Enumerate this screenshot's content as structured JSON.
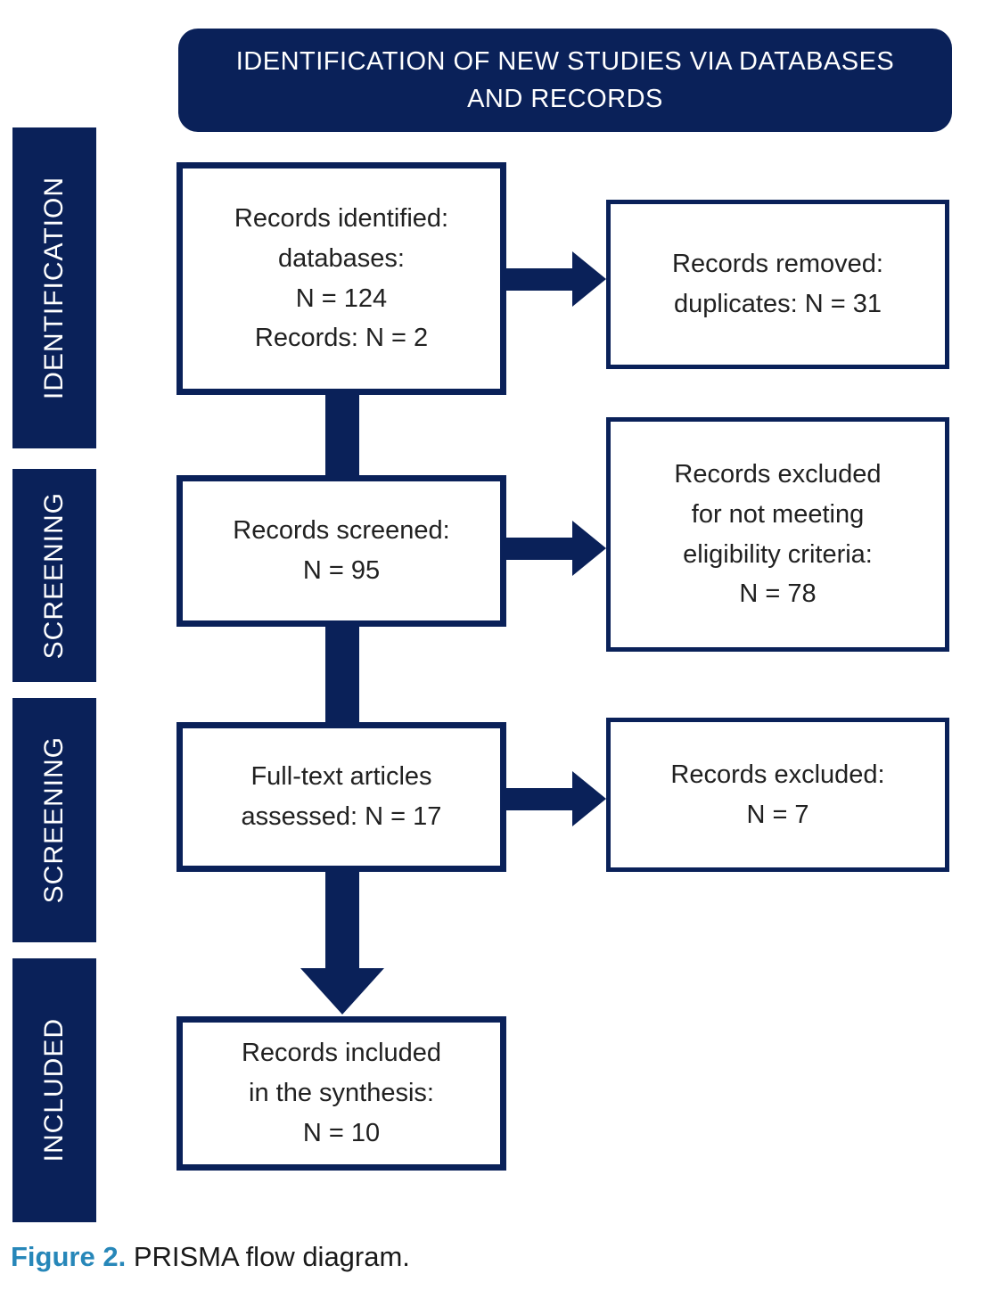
{
  "colors": {
    "navy": "#0A2159",
    "caption_blue": "#2787B9",
    "box_text": "#212121",
    "background": "#FFFFFF"
  },
  "header": {
    "title_line1": "IDENTIFICATION OF NEW STUDIES VIA DATABASES",
    "title_line2": "AND RECORDS"
  },
  "sidebar": {
    "items": [
      {
        "label": "IDENTIFICATION"
      },
      {
        "label": "SCREENING"
      },
      {
        "label": "SCREENING"
      },
      {
        "label": "INCLUDED"
      }
    ]
  },
  "flow": {
    "main_boxes": [
      {
        "text": "Records identified:\ndatabases:\nN = 124\nRecords: N = 2"
      },
      {
        "text": "Records screened:\nN = 95"
      },
      {
        "text": "Full-text articles\nassessed: N = 17"
      },
      {
        "text": "Records included\nin the synthesis:\nN = 10"
      }
    ],
    "side_boxes": [
      {
        "text": "Records removed:\nduplicates: N = 31"
      },
      {
        "text": "Records excluded\nfor not meeting\neligibility criteria:\nN = 78"
      },
      {
        "text": "Records excluded:\nN = 7"
      }
    ]
  },
  "caption": {
    "label": "Figure 2.",
    "text": " PRISMA flow diagram."
  }
}
